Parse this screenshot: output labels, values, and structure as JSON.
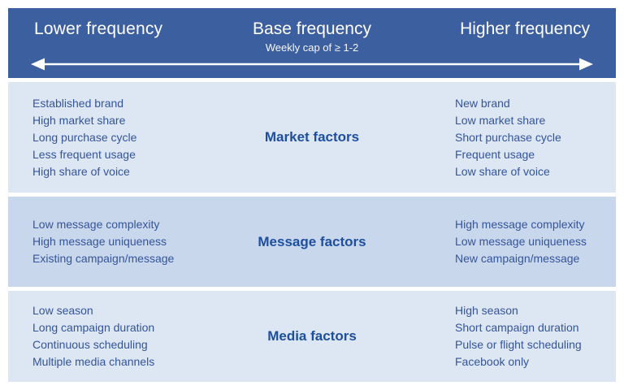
{
  "colors": {
    "header_bg": "#3c5f9f",
    "row_light": "#dde6f3",
    "row_mid": "#c9d7ec",
    "list_text": "#33559b",
    "title_text": "#1d4f9e",
    "arrow": "#ffffff"
  },
  "header": {
    "left_label": "Lower frequency",
    "center_title": "Base frequency",
    "center_subtitle": "Weekly cap of ≥ 1-2",
    "right_label": "Higher frequency"
  },
  "rows": [
    {
      "title": "Market factors",
      "left": [
        "Established brand",
        "High market share",
        "Long purchase cycle",
        "Less frequent usage",
        "High share of voice"
      ],
      "right": [
        "New brand",
        "Low market share",
        "Short purchase cycle",
        "Frequent usage",
        "Low share of voice"
      ]
    },
    {
      "title": "Message factors",
      "left": [
        "Low message complexity",
        "High message uniqueness",
        "Existing campaign/message"
      ],
      "right": [
        "High message complexity",
        "Low message uniqueness",
        "New campaign/message"
      ]
    },
    {
      "title": "Media factors",
      "left": [
        "Low season",
        "Long campaign duration",
        "Continuous scheduling",
        "Multiple media channels"
      ],
      "right": [
        "High season",
        "Short campaign duration",
        "Pulse or flight scheduling",
        "Facebook only"
      ]
    }
  ]
}
